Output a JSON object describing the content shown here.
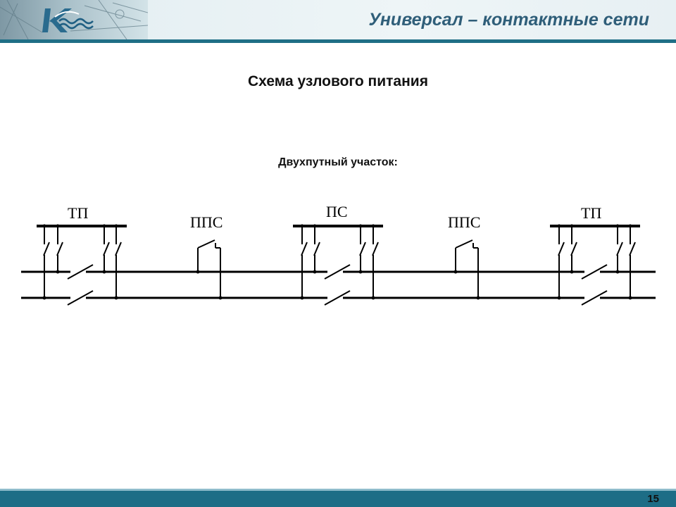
{
  "header": {
    "title": "Универсал – контактные сети",
    "logo_name": "company-logo-k-wave"
  },
  "slide": {
    "title": "Схема узлового питания",
    "subtitle": "Двухпутный участок:"
  },
  "diagram": {
    "tracks": 2,
    "labels": {
      "tp_left": "ТП",
      "pps_left": "ППС",
      "ps_center": "ПС",
      "pps_right": "ППС",
      "tp_right": "ТП"
    }
  },
  "footer": {
    "page_number": "15"
  },
  "colors": {
    "accent": "#1d6d86",
    "header_text": "#2f5e79",
    "header_bg": "#e6f0f3"
  }
}
